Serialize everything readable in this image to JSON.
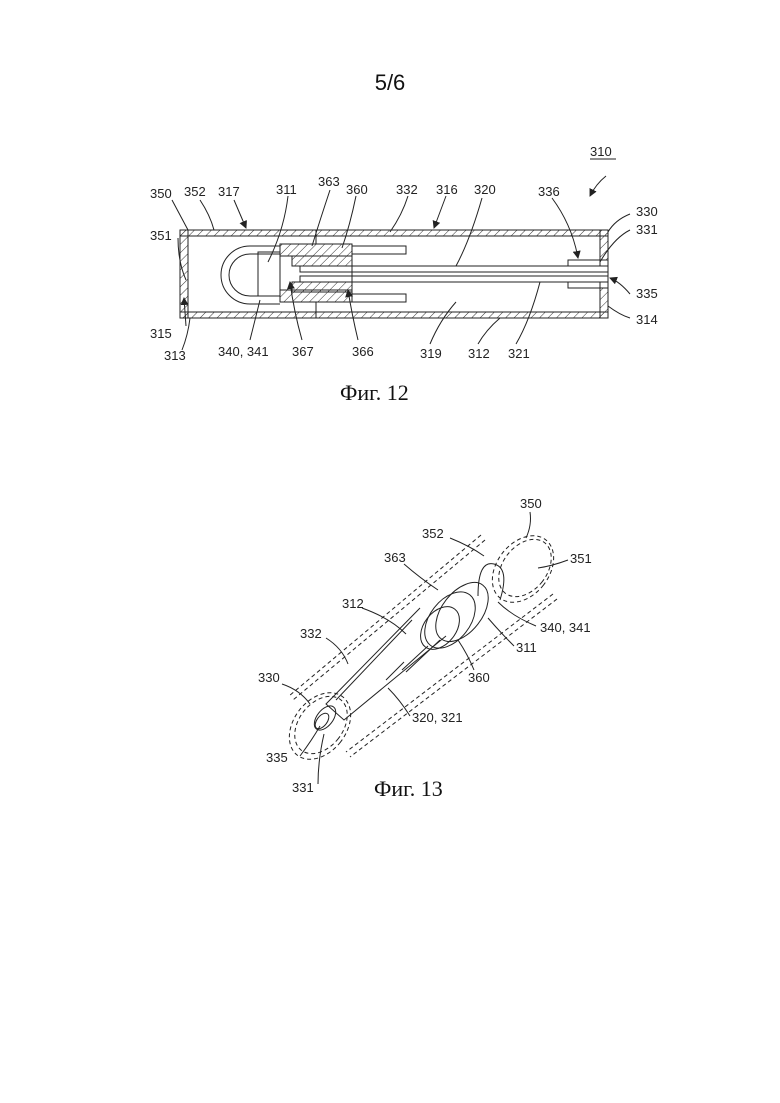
{
  "page": {
    "number": "5/6"
  },
  "figures": {
    "fig12": {
      "caption": "Фиг. 12",
      "labels": {
        "l310": "310",
        "l350": "350",
        "l352": "352",
        "l317": "317",
        "l311": "311",
        "l363": "363",
        "l360": "360",
        "l332": "332",
        "l316": "316",
        "l320": "320",
        "l336": "336",
        "l330": "330",
        "l331": "331",
        "l351": "351",
        "l335": "335",
        "l315": "315",
        "l314": "314",
        "l313": "313",
        "l340": "340, 341",
        "l367": "367",
        "l366": "366",
        "l319": "319",
        "l312": "312",
        "l321": "321"
      }
    },
    "fig13": {
      "caption": "Фиг. 13",
      "labels": {
        "l350": "350",
        "l352": "352",
        "l351": "351",
        "l363": "363",
        "l312": "312",
        "l340": "340, 341",
        "l332": "332",
        "l311": "311",
        "l330": "330",
        "l360": "360",
        "l320": "320, 321",
        "l335": "335",
        "l331": "331"
      }
    }
  }
}
